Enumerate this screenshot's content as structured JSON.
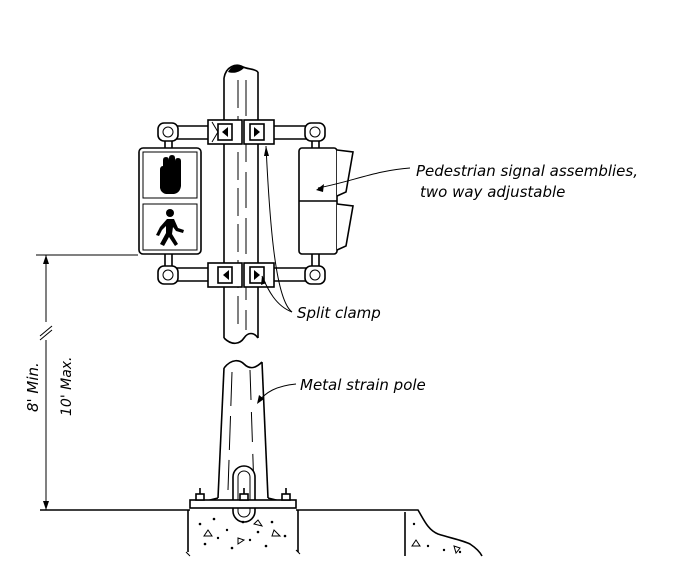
{
  "labels": {
    "signal_assemblies_line1": "Pedestrian signal assemblies,",
    "signal_assemblies_line2": "two way adjustable",
    "split_clamp": "Split clamp",
    "strain_pole": "Metal strain pole",
    "min_height": "8' Min.",
    "max_height": "10' Max."
  }
}
